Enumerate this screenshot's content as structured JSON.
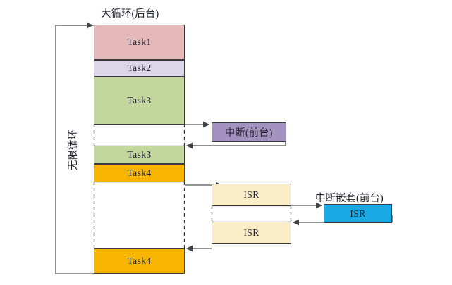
{
  "diagram": {
    "title_top": "大循环(后台)",
    "label_loop": "无限循环",
    "label_interrupt": "中断(前台)",
    "label_nested": "中断嵌套(前台)",
    "colors": {
      "task1": "#e5b9b9",
      "task2": "#dcd6e8",
      "task3": "#c3d69b",
      "task4": "#f7b500",
      "interrupt": "#a392c0",
      "isr": "#fbecc8",
      "isr_nested": "#19a9e5",
      "stroke": "#3a3a3a",
      "arrow": "#555555"
    },
    "background_column": [
      {
        "name": "task1",
        "label": "Task1",
        "color_key": "task1"
      },
      {
        "name": "task2",
        "label": "Task2",
        "color_key": "task2"
      },
      {
        "name": "task3a",
        "label": "Task3",
        "color_key": "task3"
      },
      {
        "name": "task3b",
        "label": "Task3",
        "color_key": "task3"
      },
      {
        "name": "task4a",
        "label": "Task4",
        "color_key": "task4"
      },
      {
        "name": "task4b",
        "label": "Task4",
        "color_key": "task4"
      }
    ],
    "boxes": {
      "task1": "Task1",
      "task2": "Task2",
      "task3_first": "Task3",
      "task3_second": "Task3",
      "task4_first": "Task4",
      "task4_second": "Task4",
      "interrupt": "中断(前台)",
      "isr_upper": "ISR",
      "isr_lower": "ISR",
      "isr_nested": "ISR"
    }
  }
}
